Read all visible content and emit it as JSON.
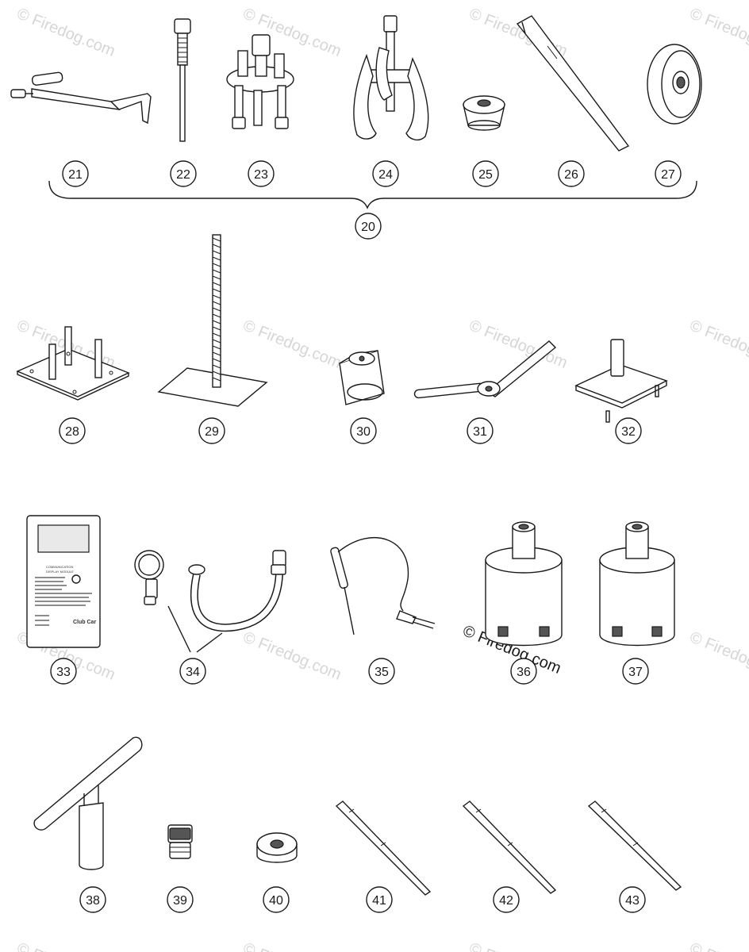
{
  "callouts": {
    "c20": "20",
    "c21": "21",
    "c22": "22",
    "c23": "23",
    "c24": "24",
    "c25": "25",
    "c26": "26",
    "c27": "27",
    "c28": "28",
    "c29": "29",
    "c30": "30",
    "c31": "31",
    "c32": "32",
    "c33": "33",
    "c34": "34",
    "c35": "35",
    "c36": "36",
    "c37": "37",
    "c38": "38",
    "c39": "39",
    "c40": "40",
    "c41": "41",
    "c42": "42",
    "c43": "43"
  },
  "watermark": {
    "text": "© Firedog.com",
    "color": "#d6d6d6"
  },
  "display_module": {
    "heading_1": "COMMUNICATION",
    "heading_2": "DISPLAY MODULE",
    "brand": "Club Car"
  }
}
